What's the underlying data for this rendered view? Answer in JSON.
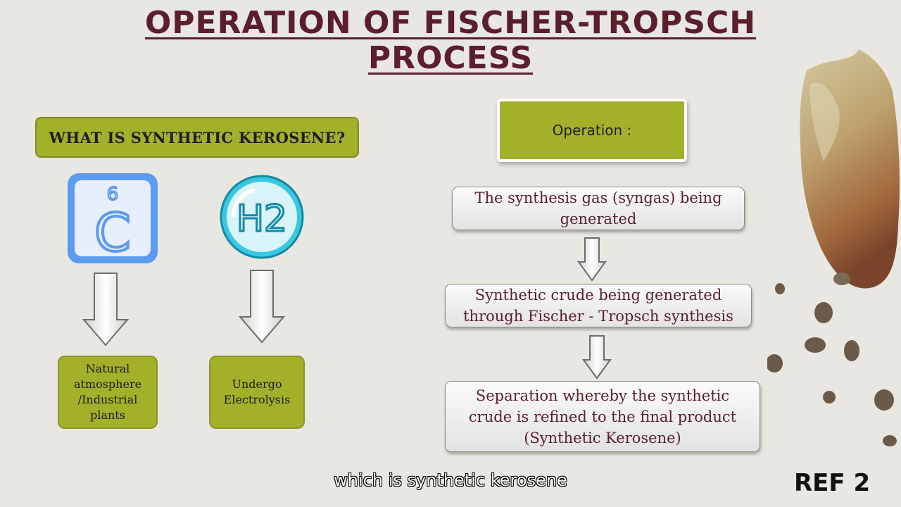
{
  "title": {
    "line1": "OPERATION OF FISCHER-TROPSCH",
    "line2": "PROCESS"
  },
  "left": {
    "header": "WHAT IS SYNTHETIC KEROSENE?",
    "carbon_icon": {
      "number": "6",
      "symbol": "C"
    },
    "hydrogen_icon": {
      "symbol": "H2"
    },
    "source_box": [
      "Natural",
      "atmosphere",
      "/Industrial",
      "plants"
    ],
    "electrolysis_box": [
      "Undergo",
      "Electrolysis"
    ]
  },
  "right": {
    "header": "Operation :",
    "steps": [
      [
        "The synthesis gas (syngas) being",
        "generated"
      ],
      [
        "Synthetic crude being generated",
        "through Fischer - Tropsch synthesis"
      ],
      [
        "Separation whereby the synthetic",
        "crude is refined to the final product",
        "(Synthetic Kerosene)"
      ]
    ]
  },
  "caption": "which is synthetic kerosene",
  "reference": "REF 2",
  "colors": {
    "title": "#5a1f2b",
    "green_box": "#a3b02a",
    "background": "#e9e7e1",
    "carbon_icon": "#5b9bf0",
    "hydrogen_icon": "#2fc4dc"
  }
}
